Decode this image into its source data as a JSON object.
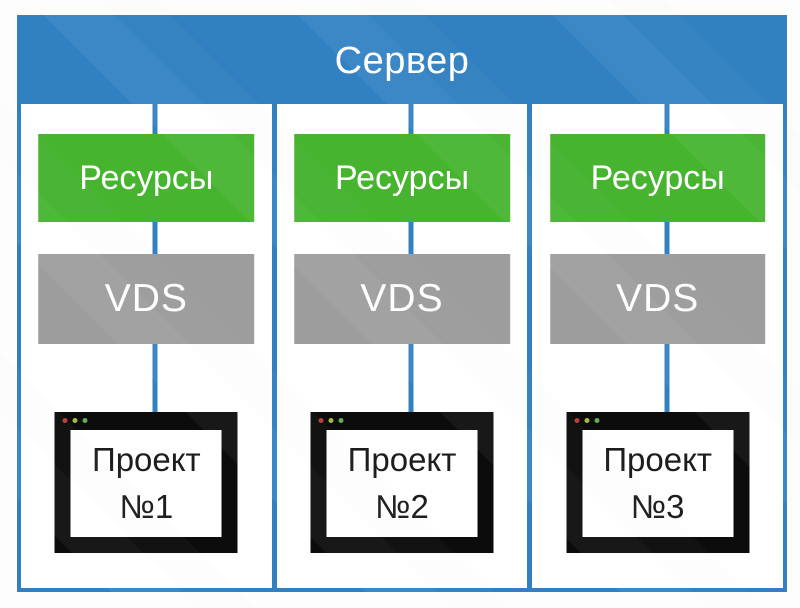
{
  "header": {
    "title": "Сервер"
  },
  "colors": {
    "blue": "#3181c2",
    "green": "#46b42f",
    "gray": "#9d9d9d",
    "window_black": "#0c0c0c",
    "text_white": "#ffffff",
    "text_dark": "#1d1d1d",
    "dot_red": "#b5413c",
    "dot_yellow": "#a9b744",
    "dot_green": "#5cb44a"
  },
  "columns": [
    {
      "resources_label": "Ресурсы",
      "vds_label": "VDS",
      "project_line1": "Проект",
      "project_line2": "№1"
    },
    {
      "resources_label": "Ресурсы",
      "vds_label": "VDS",
      "project_line1": "Проект",
      "project_line2": "№2"
    },
    {
      "resources_label": "Ресурсы",
      "vds_label": "VDS",
      "project_line1": "Проект",
      "project_line2": "№3"
    }
  ]
}
